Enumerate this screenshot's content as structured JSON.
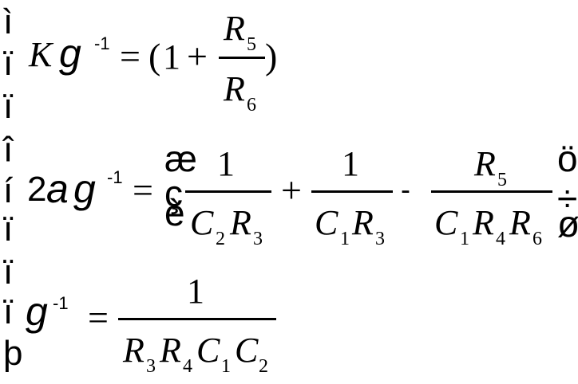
{
  "brace": {
    "top": "ì",
    "upper_mid": "ï",
    "upper_dots": "í",
    "middle": "î",
    "lower": "ï",
    "bottom": "þ",
    "d1": "ï",
    "d2": "ï",
    "d3": "ï"
  },
  "eq1": {
    "K": "K",
    "g": "g",
    "exp": "-1",
    "eq": "=",
    "lparen": "(",
    "one": "1",
    "plus": "+",
    "num_R": "R",
    "num_sub": "5",
    "den_R": "R",
    "den_sub": "6",
    "rparen": ")"
  },
  "eq2": {
    "two": "2",
    "a": "a",
    "g": "g",
    "exp": "-1",
    "eq": "=",
    "bracket_top": "æ",
    "bracket_mid": "ç",
    "bracket_bot": "è",
    "rbracket_top": "ö",
    "rbracket_mid": "÷",
    "rbracket_bot": "ø",
    "t1_num": "1",
    "t1_C": "C",
    "t1_Csub": "2",
    "t1_R": "R",
    "t1_Rsub": "3",
    "plus": "+",
    "t2_num": "1",
    "t2_C": "C",
    "t2_Csub": "1",
    "t2_R": "R",
    "t2_Rsub": "3",
    "minus": "-",
    "t3_num_R": "R",
    "t3_num_sub": "5",
    "t3_C": "C",
    "t3_Csub": "1",
    "t3_R1": "R",
    "t3_R1sub": "4",
    "t3_R2": "R",
    "t3_R2sub": "6"
  },
  "eq3": {
    "g": "g",
    "exp": "-1",
    "eq": "=",
    "num": "1",
    "R1": "R",
    "R1sub": "3",
    "R2": "R",
    "R2sub": "4",
    "C1": "C",
    "C1sub": "1",
    "C2": "C",
    "C2sub": "2"
  }
}
